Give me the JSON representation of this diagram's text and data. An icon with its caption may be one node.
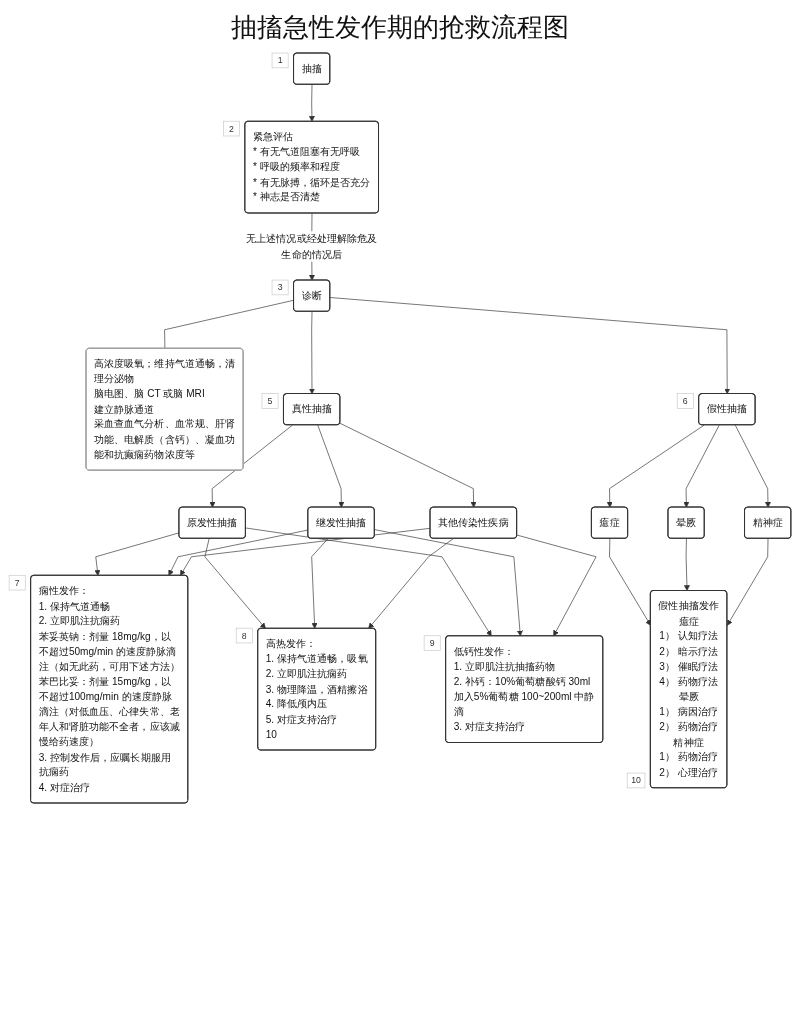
{
  "diagram": {
    "title": "抽搐急性发作期的抢救流程图",
    "nodes": [
      {
        "text": [
          "抽搐"
        ],
        "beside": [
          "1"
        ]
      },
      {
        "text": [
          "紧急评估",
          "* 有无气道阻塞有无呼吸",
          "* 呼吸的频率和程度",
          "* 有无脉搏，循环是否充分",
          "* 神志是否清楚"
        ],
        "beside": [
          "2"
        ]
      },
      {
        "text": [
          "诊断"
        ],
        "beside": [
          "3"
        ]
      },
      {
        "text": [
          "高浓度吸氧；维持气道通畅，清理分泌物",
          "脑电图、脑 CT 或脑 MRI",
          "建立静脉通道",
          "采血查血气分析、血常规、肝肾功能、电解质（含钙）、凝血功能和抗癫痫药物浓度等"
        ]
      },
      {
        "text": [
          "真性抽搐"
        ],
        "beside": [
          "5"
        ]
      },
      {
        "text": [
          "假性抽搐"
        ],
        "beside": [
          "6"
        ]
      },
      {
        "text": [
          "原发性抽搐"
        ]
      },
      {
        "text": [
          "继发性抽搐"
        ]
      },
      {
        "text": [
          "其他传染性疾病"
        ]
      },
      {
        "text": [
          "癔症"
        ]
      },
      {
        "text": [
          "晕厥"
        ]
      },
      {
        "text": [
          "精神症"
        ]
      },
      {
        "text": [
          "痫性发作：",
          "1. 保持气道通畅",
          "2. 立即肌注抗痫药",
          "苯妥英钠：剂量 18mg/kg，以不超过50mg/min 的速度静脉滴注（如无此药，可用下述方法）",
          "苯巴比妥：剂量 15mg/kg，以不超过100mg/min 的速度静脉滴注（对低血压、心律失常、老年人和肾脏功能不全者，应该减慢给药速度）",
          "3. 控制发作后，应嘱长期服用抗痫药",
          "4. 对症治疗"
        ],
        "beside": [
          "7"
        ]
      },
      {
        "text": [
          "高热发作：",
          "1. 保持气道通畅，吸氧",
          "2. 立即肌注抗痫药",
          "3. 物理降温，酒精擦浴",
          "4. 降低颅内压",
          "5. 对症支持治疗",
          "10"
        ],
        "beside": [
          "8"
        ]
      },
      {
        "text": [
          "低钙性发作：",
          "1. 立即肌注抗抽搐药物",
          "2. 补钙：10%葡萄糖酸钙 30ml 加入5%葡萄糖 100~200ml 中静滴",
          "3. 对症支持治疗"
        ],
        "beside": [
          "9"
        ]
      },
      {
        "text": [
          "假性抽搐发作",
          "癔症",
          "1） 认知疗法",
          "2） 暗示疗法",
          "3） 催眠疗法",
          "4） 药物疗法",
          "晕厥",
          "1） 病因治疗",
          "2） 药物治疗",
          "精神症",
          "1） 药物治疗",
          "2） 心理治疗"
        ],
        "beside": [
          "10"
        ]
      }
    ],
    "edges": [
      {
        "from": 0,
        "to": 1,
        "arrow": "to"
      },
      {
        "from": 1,
        "to": 2,
        "arrow": "to",
        "label": "无上述情况或经处理解除危及生命的情况后"
      },
      {
        "from": 2,
        "to": 3,
        "arrow": "none"
      },
      {
        "from": 2,
        "to": 4,
        "arrow": "to"
      },
      {
        "from": 2,
        "to": 5,
        "arrow": "to"
      },
      {
        "from": 4,
        "to": 6,
        "arrow": "to"
      },
      {
        "from": 4,
        "to": 7,
        "arrow": "to"
      },
      {
        "from": 4,
        "to": 8,
        "arrow": "to"
      },
      {
        "from": 5,
        "to": 9,
        "arrow": "to"
      },
      {
        "from": 5,
        "to": 10,
        "arrow": "to"
      },
      {
        "from": 5,
        "to": 11,
        "arrow": "to"
      },
      {
        "from": 6,
        "to": 12,
        "arrow": "to"
      },
      {
        "from": 6,
        "to": 13,
        "arrow": "to"
      },
      {
        "from": 6,
        "to": 14,
        "arrow": "to"
      },
      {
        "from": 7,
        "to": 12,
        "arrow": "to"
      },
      {
        "from": 7,
        "to": 13,
        "arrow": "to"
      },
      {
        "from": 7,
        "to": 14,
        "arrow": "to"
      },
      {
        "from": 8,
        "to": 12,
        "arrow": "to"
      },
      {
        "from": 8,
        "to": 13,
        "arrow": "to"
      },
      {
        "from": 8,
        "to": 14,
        "arrow": "to"
      },
      {
        "from": 9,
        "to": 15,
        "arrow": "to"
      },
      {
        "from": 10,
        "to": 15,
        "arrow": "to"
      },
      {
        "from": 11,
        "to": 15,
        "arrow": "to"
      }
    ]
  }
}
